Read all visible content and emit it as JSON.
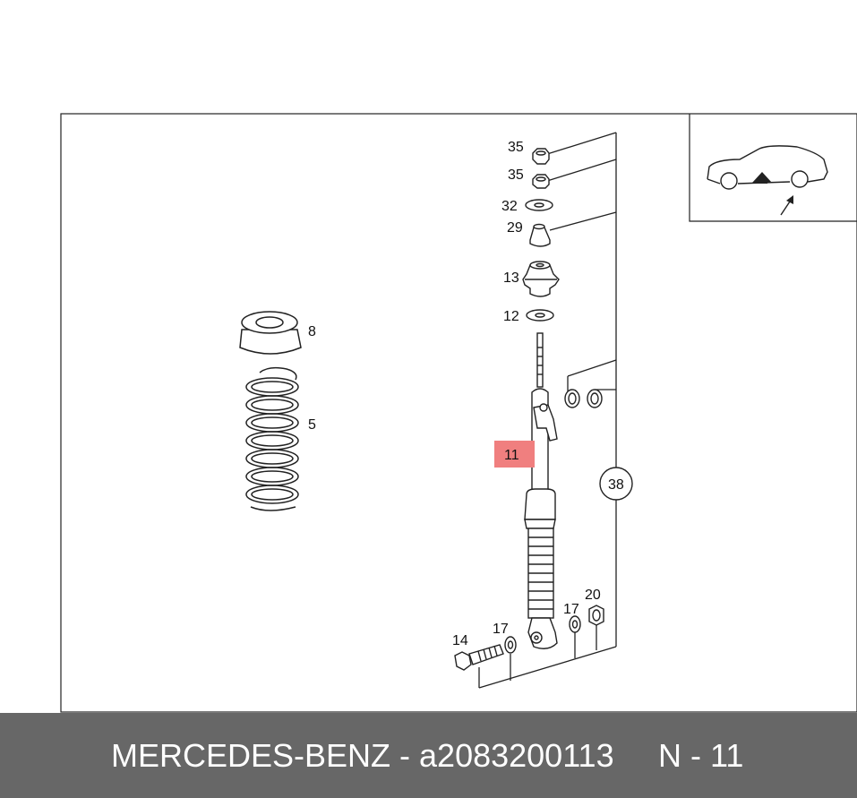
{
  "diagram": {
    "part_labels": {
      "nut_upper": "35",
      "nut_lower": "35",
      "washer_top": "32",
      "buffer": "29",
      "mount": "13",
      "washer_low": "12",
      "spring_seat": "8",
      "coil_spring": "5",
      "shock_absorber": "11",
      "kit": "38",
      "bolt": "14",
      "washer_left": "17",
      "washer_right": "17",
      "nut_bottom": "20"
    },
    "highlight_color": "#f07f7f"
  },
  "footer": {
    "brand_part": "MERCEDES-BENZ - a2083200113",
    "ref": "N - 11"
  }
}
